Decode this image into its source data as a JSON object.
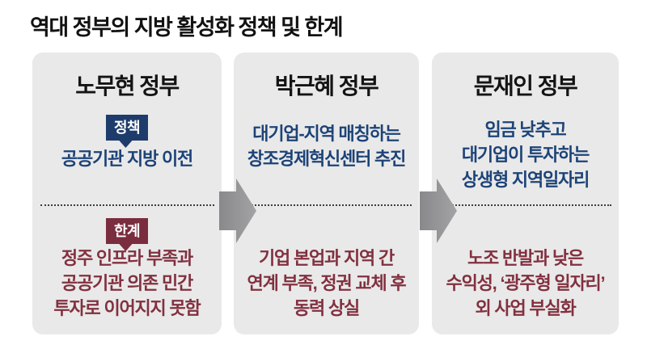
{
  "title": "역대 정부의 지방 활성화 정책 및 한계",
  "badges": {
    "policy": "정책",
    "limit": "한계"
  },
  "colors": {
    "panel_bg": "#e9e9e9",
    "title_text": "#141414",
    "policy_text": "#1d4377",
    "limit_text": "#82303f",
    "policy_badge_bg": "#1e3c6b",
    "limit_badge_bg": "#7a2d3e",
    "arrow_gray": "#97979a"
  },
  "panels": [
    {
      "title": "노무현 정부",
      "policy_lines": [
        "공공기관 지방 이전"
      ],
      "limit_lines": [
        "정주 인프라 부족과",
        "공공기관 의존 민간",
        "투자로 이어지지 못함"
      ]
    },
    {
      "title": "박근혜 정부",
      "policy_lines": [
        "대기업-지역 매칭하는",
        "창조경제혁신센터 추진"
      ],
      "limit_lines": [
        "기업 본업과 지역 간",
        "연계 부족, 정권 교체 후",
        "동력 상실"
      ]
    },
    {
      "title": "문재인 정부",
      "policy_lines": [
        "임금 낮추고",
        "대기업이 투자하는",
        "상생형 지역일자리"
      ],
      "limit_lines": [
        "노조 반발과 낮은",
        "수익성, ‘광주형 일자리’",
        "외 사업 부실화"
      ]
    }
  ]
}
